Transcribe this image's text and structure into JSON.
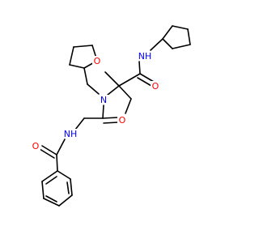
{
  "colors": {
    "background": "#ffffff",
    "bond": "#000000",
    "oxygen": "#ff0000",
    "nitrogen": "#0000ff"
  },
  "atoms": {
    "o_ring": "O",
    "nh_amide_top": "NH",
    "o_amide_top": "O",
    "n_tertiary": "N",
    "o_amide_mid": "O",
    "nh_amide_bottom": "NH",
    "o_amide_bottom": "O"
  }
}
